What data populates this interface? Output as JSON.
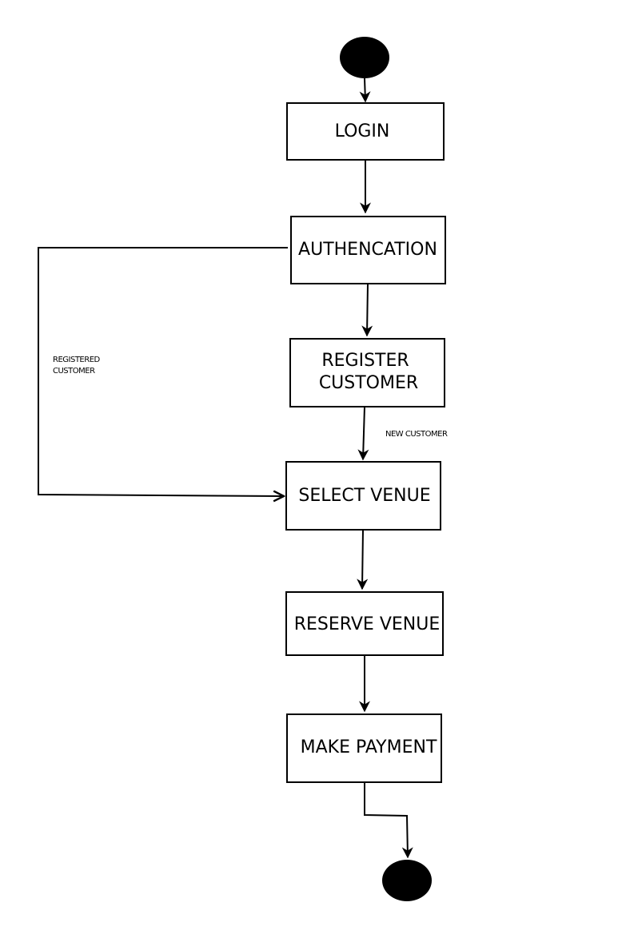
{
  "diagram": {
    "type": "activity-flowchart",
    "colors": {
      "line": "#000000",
      "node_fill": "#ffffff",
      "terminal_fill": "#000000",
      "background": "#ffffff"
    },
    "start_node": {
      "shape": "filled-circle"
    },
    "end_node": {
      "shape": "filled-circle"
    },
    "nodes": [
      {
        "id": "login",
        "label": "LOGIN"
      },
      {
        "id": "authentication",
        "label": "AUTHENCATION"
      },
      {
        "id": "register",
        "label_line1": "REGISTER",
        "label_line2": "CUSTOMER"
      },
      {
        "id": "select",
        "label": "SELECT VENUE"
      },
      {
        "id": "reserve",
        "label": "RESERVE VENUE"
      },
      {
        "id": "payment",
        "label": "MAKE PAYMENT"
      }
    ],
    "edge_labels": {
      "registered_line1": "REGISTERED",
      "registered_line2": "CUSTOMER",
      "new_customer": "NEW CUSTOMER"
    },
    "edges": [
      {
        "from": "start",
        "to": "login"
      },
      {
        "from": "login",
        "to": "authentication"
      },
      {
        "from": "authentication",
        "to": "register"
      },
      {
        "from": "register",
        "to": "select",
        "label": "NEW CUSTOMER"
      },
      {
        "from": "authentication",
        "to": "select",
        "label": "REGISTERED CUSTOMER"
      },
      {
        "from": "select",
        "to": "reserve"
      },
      {
        "from": "reserve",
        "to": "payment"
      },
      {
        "from": "payment",
        "to": "end"
      }
    ]
  }
}
